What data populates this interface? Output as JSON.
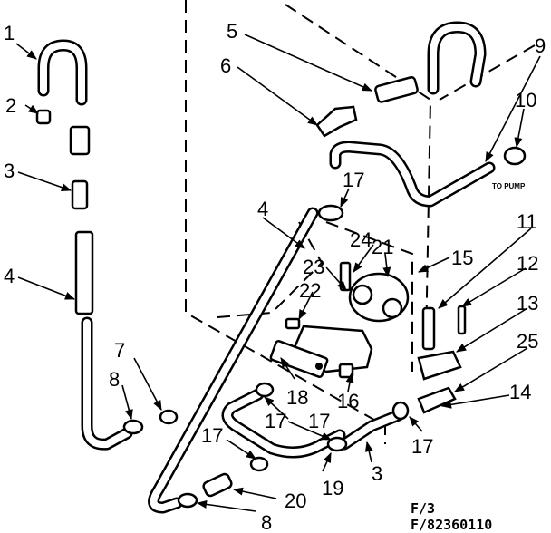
{
  "diagram": {
    "part_labels": [
      "1",
      "2",
      "3",
      "4",
      "5",
      "6",
      "7",
      "8",
      "9",
      "10",
      "11",
      "12",
      "13",
      "14",
      "15",
      "16",
      "17",
      "18",
      "19",
      "20",
      "21",
      "22",
      "23",
      "24",
      "25",
      "17",
      "17",
      "17",
      "17",
      "3",
      "4",
      "8"
    ],
    "annotation": "TO PUMP",
    "figure_number": "F/3",
    "figure_code": "F/82360110"
  }
}
